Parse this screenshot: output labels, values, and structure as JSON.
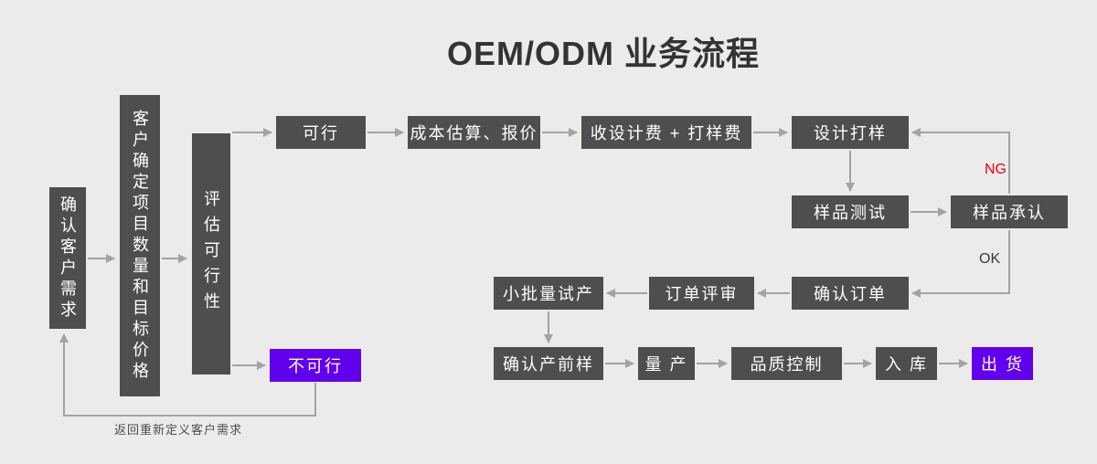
{
  "title": "OEM/ODM 业务流程",
  "colors": {
    "background": "#ebebeb",
    "node": "#4e4e50",
    "accent_purple": "#6100ed",
    "arrow": "#a3a3a3",
    "ng_red": "#e60012",
    "title_text": "#333333"
  },
  "nodes": {
    "confirm_needs": "确认客户需求",
    "define_project": "客户确定项目数量和目标价格",
    "evaluate_feasibility": "评估可行性",
    "feasible": "可行",
    "cost_quote": "成本估算、报价",
    "design_fee": "收设计费 + 打样费",
    "design_sampling": "设计打样",
    "sample_test": "样品测试",
    "sample_approval": "样品承认",
    "confirm_order": "确认订单",
    "order_review": "订单评审",
    "small_batch_trial": "小批量试产",
    "pre_production_sample": "确认产前样",
    "mass_production": "量 产",
    "quality_control": "品质控制",
    "warehousing": "入 库",
    "shipping": "出 货",
    "not_feasible": "不可行"
  },
  "labels": {
    "ng": "NG",
    "ok": "OK",
    "feedback_note": "返回重新定义客户需求"
  }
}
